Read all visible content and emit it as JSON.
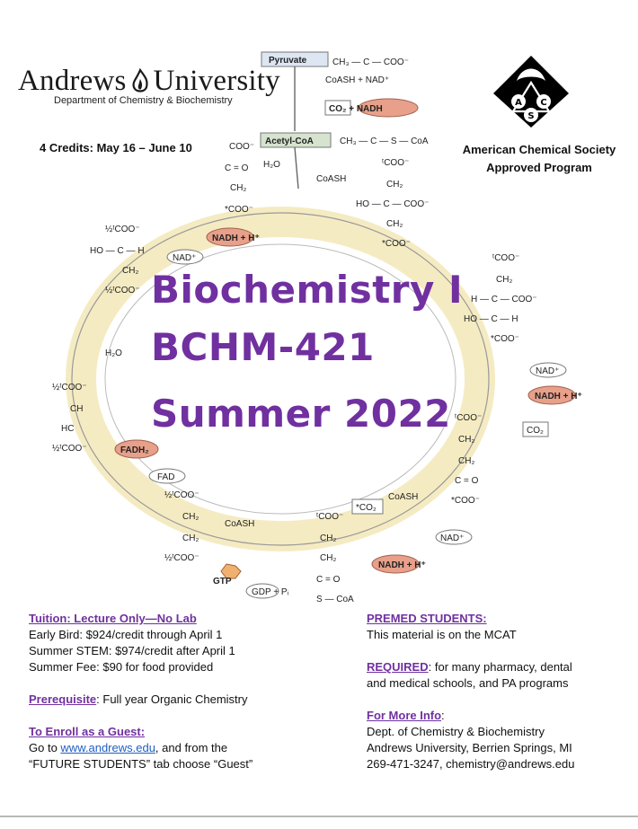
{
  "header": {
    "university_name_part1": "Andrews",
    "university_name_part2": "University",
    "department": "Department of Chemistry & Biochemistry",
    "credits": "4 Credits: May 16 – June 10",
    "acs_line1": "American Chemical Society",
    "acs_line2": "Approved Program",
    "acs_logo_letters": [
      "A",
      "C",
      "S"
    ]
  },
  "title": {
    "line1": "Biochemistry I",
    "line2": "BCHM-421",
    "line3": "Summer 2022"
  },
  "cycle": {
    "pyruvate": "Pyruvate",
    "acetyl_coa": "Acetyl-CoA",
    "coash_nad_top": "CoASH + NAD⁺",
    "co2_nadh_top": "CO₂ + NADH",
    "h2o_top": "H₂O",
    "coash_top": "CoASH",
    "nadh_h_left": "NADH + H⁺",
    "nad_left": "NAD⁺",
    "h2o_left": "H₂O",
    "fadh2": "FADH₂",
    "fad": "FAD",
    "coash_bottom": "CoASH",
    "gtp": "GTP",
    "gdp_pi": "GDP + Pᵢ",
    "co2_bottom": "*CO₂",
    "coash_bottom_right": "CoASH",
    "nad_bottom": "NAD⁺",
    "nadh_h_bottom": "NADH + H⁺",
    "nad_right": "NAD⁺",
    "nadh_h_right": "NADH + H⁺",
    "co2_right": "CO₂"
  },
  "left_column": {
    "tuition_heading": "Tuition: Lecture Only—No Lab",
    "early_bird": "Early Bird: $924/credit through April 1",
    "summer_stem": "Summer STEM: $974/credit after April 1",
    "summer_fee": "Summer Fee: $90 for food provided",
    "prereq_heading": "Prerequisite",
    "prereq_text": ": Full year Organic Chemistry",
    "enroll_heading": "To Enroll as a Guest:",
    "enroll_text_pre": "Go to ",
    "enroll_link": "www.andrews.edu",
    "enroll_text_post": ", and from the",
    "enroll_line2": "“FUTURE STUDENTS” tab choose “Guest”"
  },
  "right_column": {
    "premed_heading": "PREMED STUDENTS:",
    "premed_text": "This material is on the MCAT",
    "required_heading": "REQUIRED",
    "required_text": ": for many pharmacy, dental",
    "required_line2": "and medical schools, and PA programs",
    "info_heading": "For More Info",
    "info_colon": ":",
    "info_line1": "Dept. of Chemistry & Biochemistry",
    "info_line2": "Andrews University, Berrien Springs, MI",
    "info_line3": "269-471-3247, chemistry@andrews.edu"
  },
  "colors": {
    "title_purple": "#7030a0",
    "cycle_fill": "#f6edc8",
    "nadh_fill": "#e8a08a",
    "link_blue": "#1f5fc2"
  }
}
